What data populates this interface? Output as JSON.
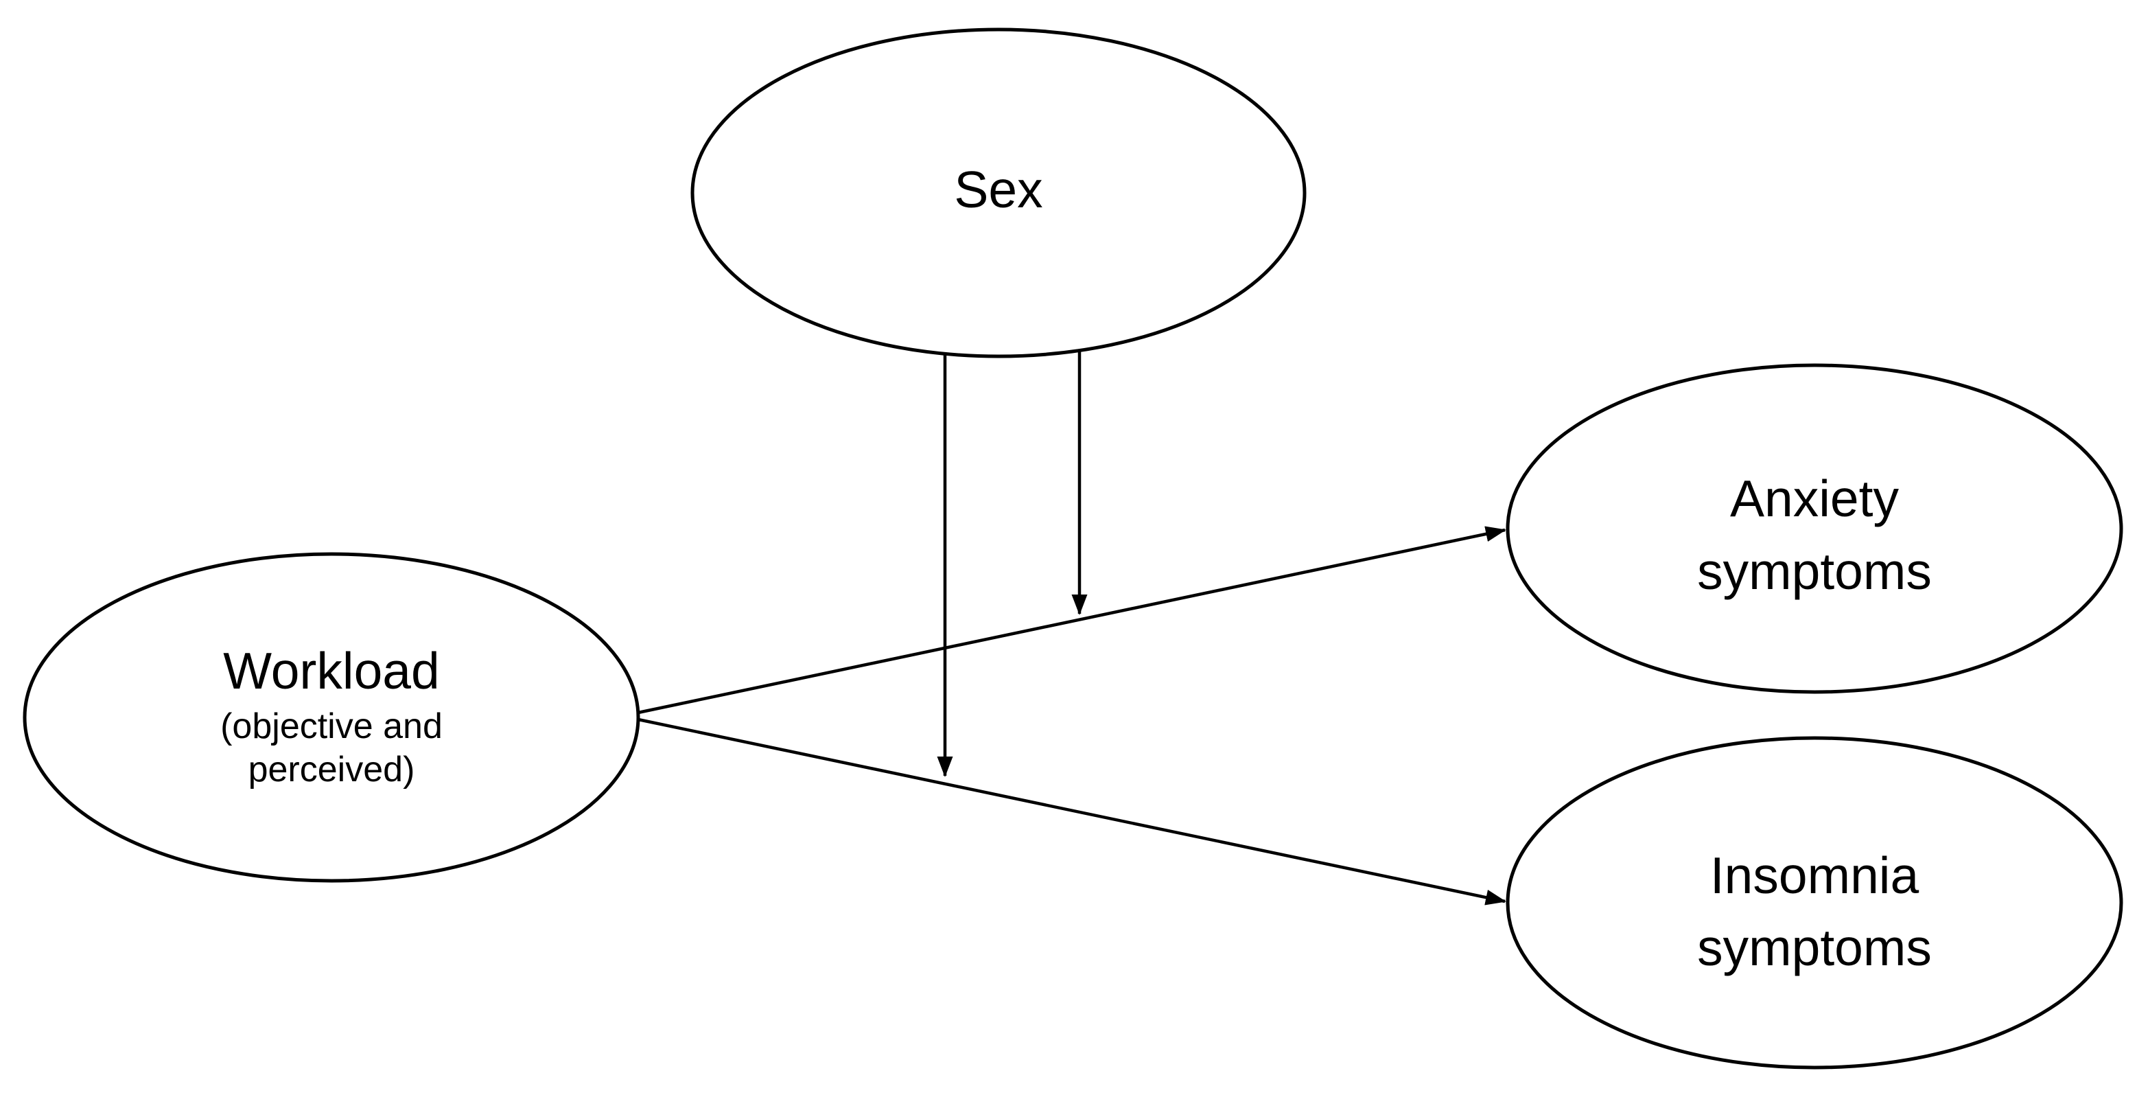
{
  "diagram": {
    "background_color": "#ffffff",
    "stroke_color": "#000000",
    "text_color": "#000000",
    "nodes": {
      "sex": {
        "label": "Sex"
      },
      "workload": {
        "label": "Workload",
        "sublabel_line1": "(objective and",
        "sublabel_line2": "perceived)"
      },
      "anxiety": {
        "label_line1": "Anxiety",
        "label_line2": "symptoms"
      },
      "insomnia": {
        "label_line1": "Insomnia",
        "label_line2": "symptoms"
      }
    },
    "edges": [
      {
        "from": "Workload",
        "to": "Anxiety symptoms",
        "style": "arrow"
      },
      {
        "from": "Workload",
        "to": "Insomnia symptoms",
        "style": "arrow"
      },
      {
        "from": "Sex",
        "to": "Workload-Anxiety path",
        "style": "moderation-arrow"
      },
      {
        "from": "Sex",
        "to": "Workload-Insomnia path",
        "style": "moderation-arrow"
      }
    ]
  }
}
